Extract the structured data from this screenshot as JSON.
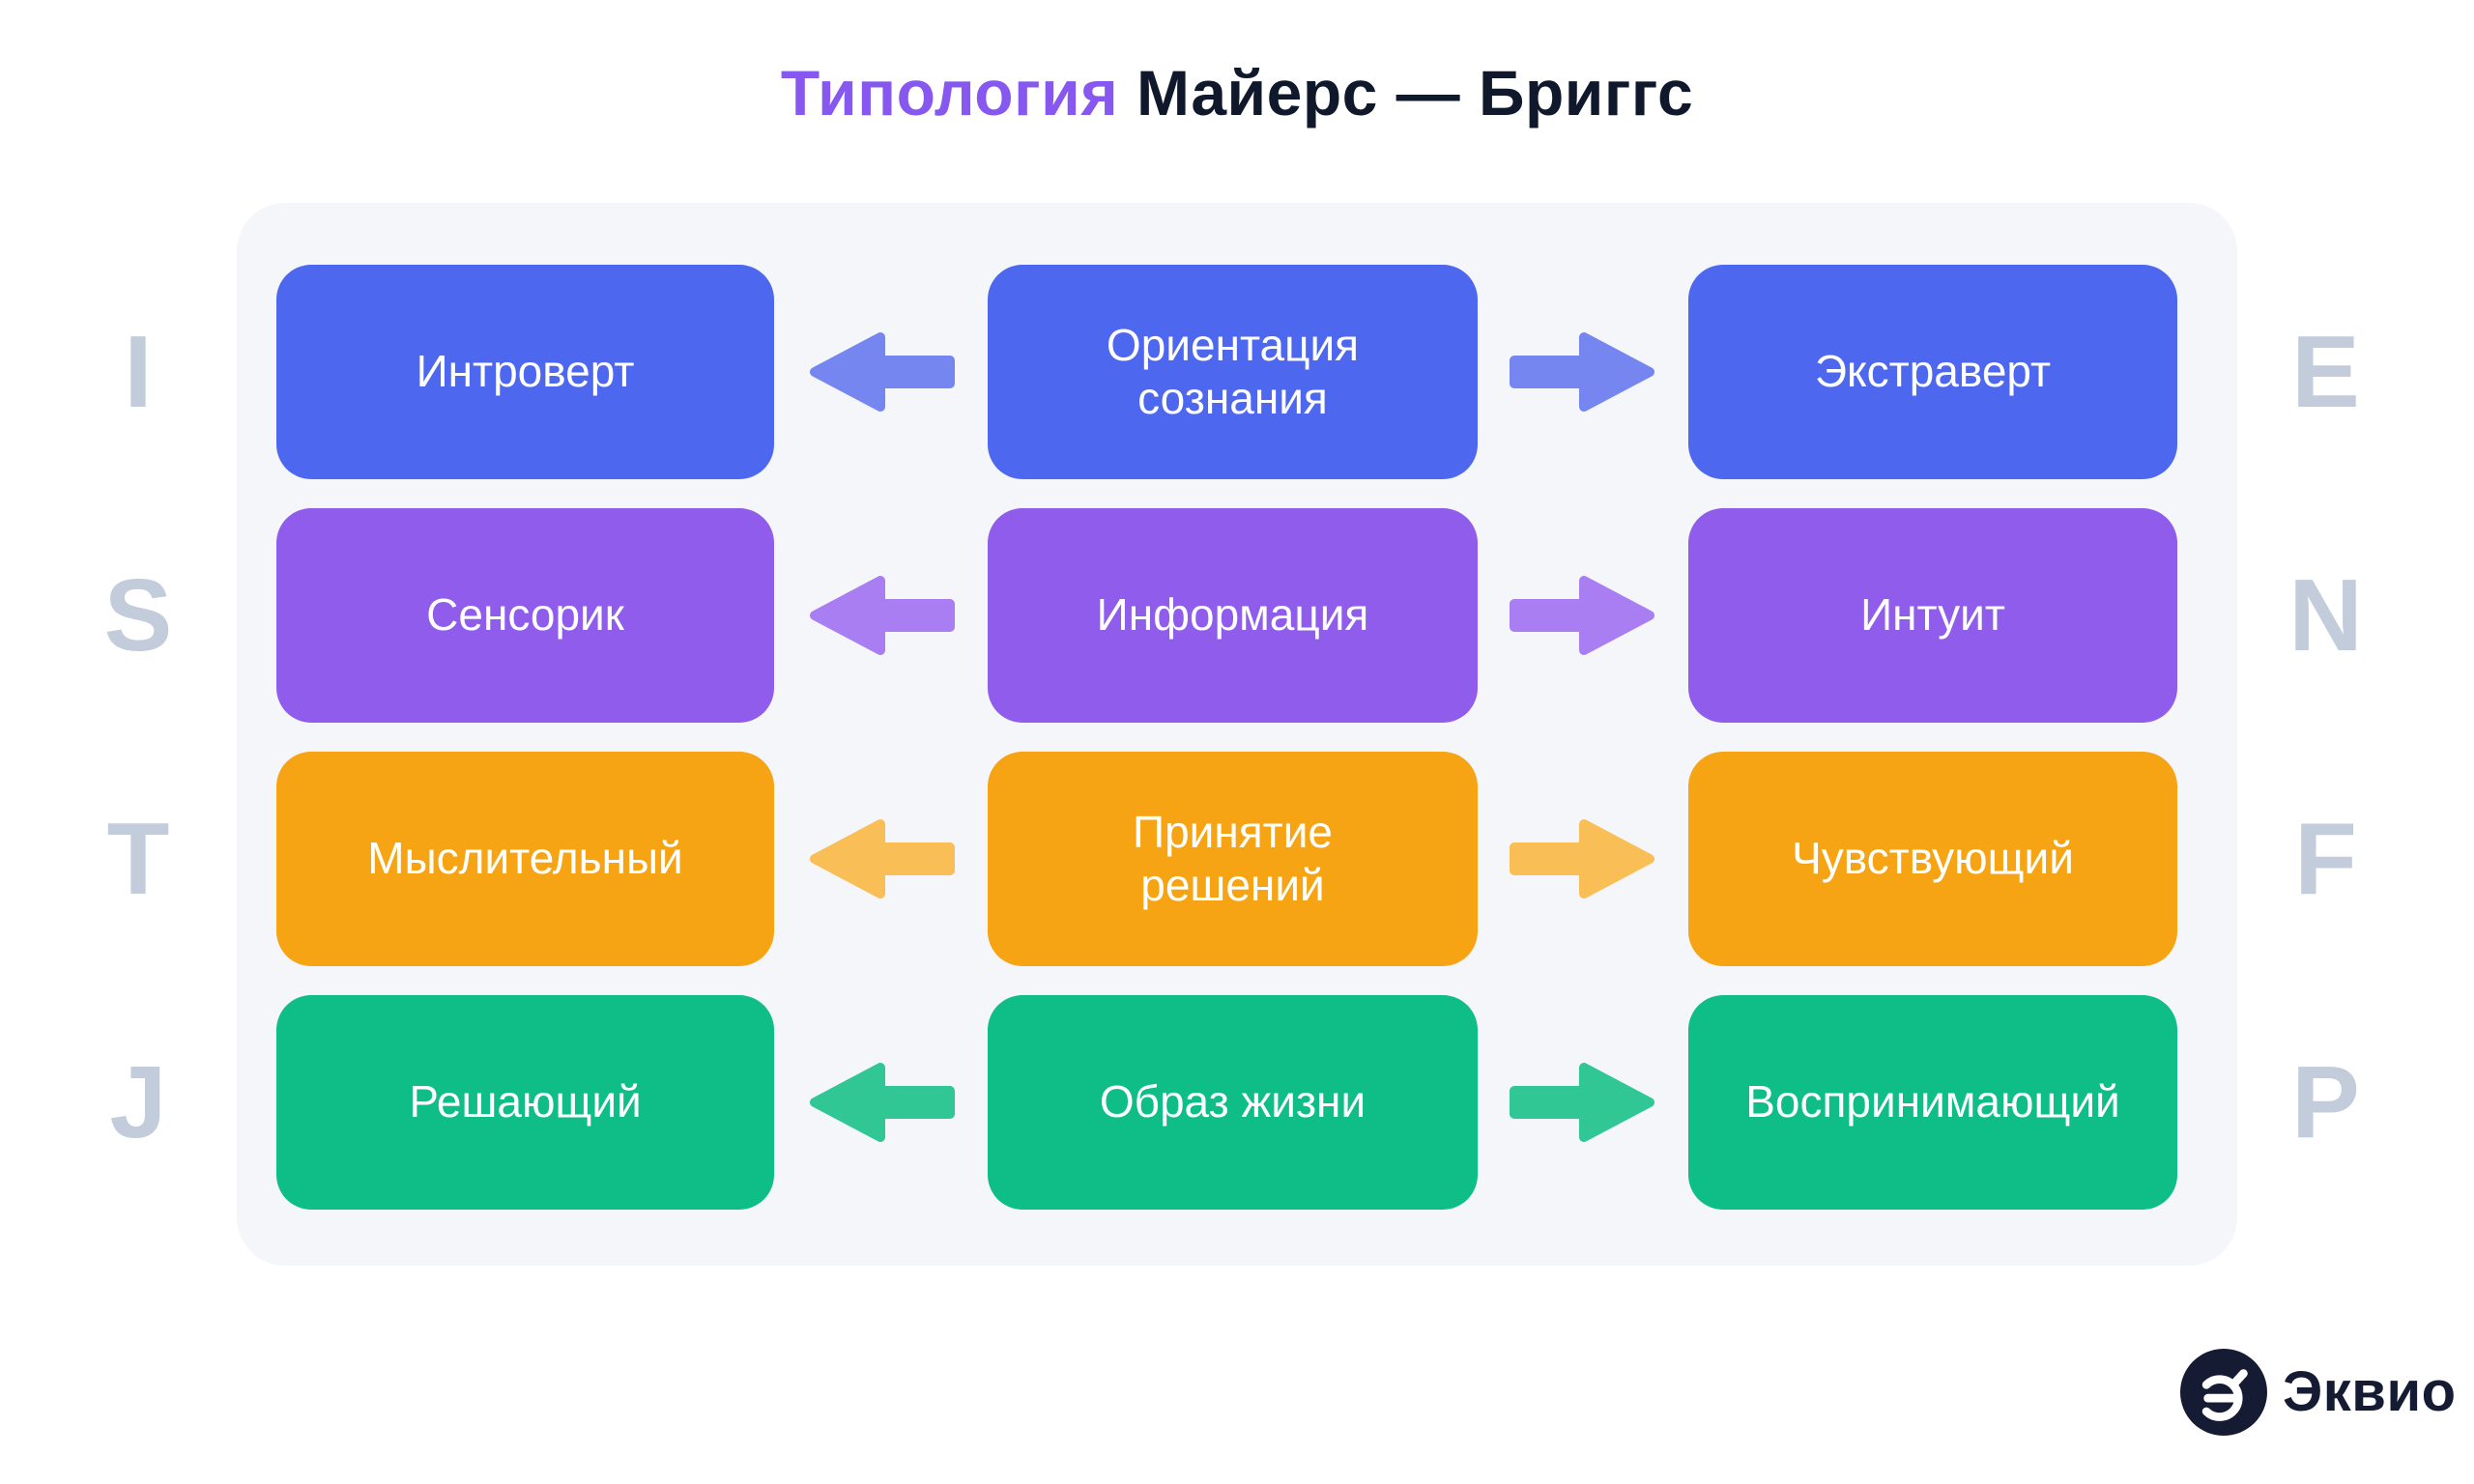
{
  "title": {
    "accent": "Типология",
    "main": "Майерс — Бриггс"
  },
  "theme": {
    "background": "#FFFFFF",
    "panel": "#F5F6FA",
    "letters": "#C3CCDA",
    "title_text": "#10182B",
    "title_accent": "#8758F0",
    "box_text": "#FFFFFF",
    "logo": "#141B33"
  },
  "rows": [
    {
      "left_letter": "I",
      "right_letter": "E",
      "left": "Интроверт",
      "center": "Ориентация сознания",
      "right": "Экстраверт",
      "box_color": "#4D68EE",
      "arrow_color": "#7586F0"
    },
    {
      "left_letter": "S",
      "right_letter": "N",
      "left": "Сенсорик",
      "center": "Информация",
      "right": "Интуит",
      "box_color": "#8F5CEB",
      "arrow_color": "#A97EF3"
    },
    {
      "left_letter": "T",
      "right_letter": "F",
      "left": "Мыслительный",
      "center": "Принятие решений",
      "right": "Чувствующий",
      "box_color": "#F6A413",
      "arrow_color": "#F9BE55"
    },
    {
      "left_letter": "J",
      "right_letter": "P",
      "left": "Решающий",
      "center": "Образ жизни",
      "right": "Воспринимающий",
      "box_color": "#0EBE86",
      "arrow_color": "#31C795"
    }
  ],
  "logo": {
    "text": "Эквио",
    "icon": "equio-compass-icon"
  }
}
